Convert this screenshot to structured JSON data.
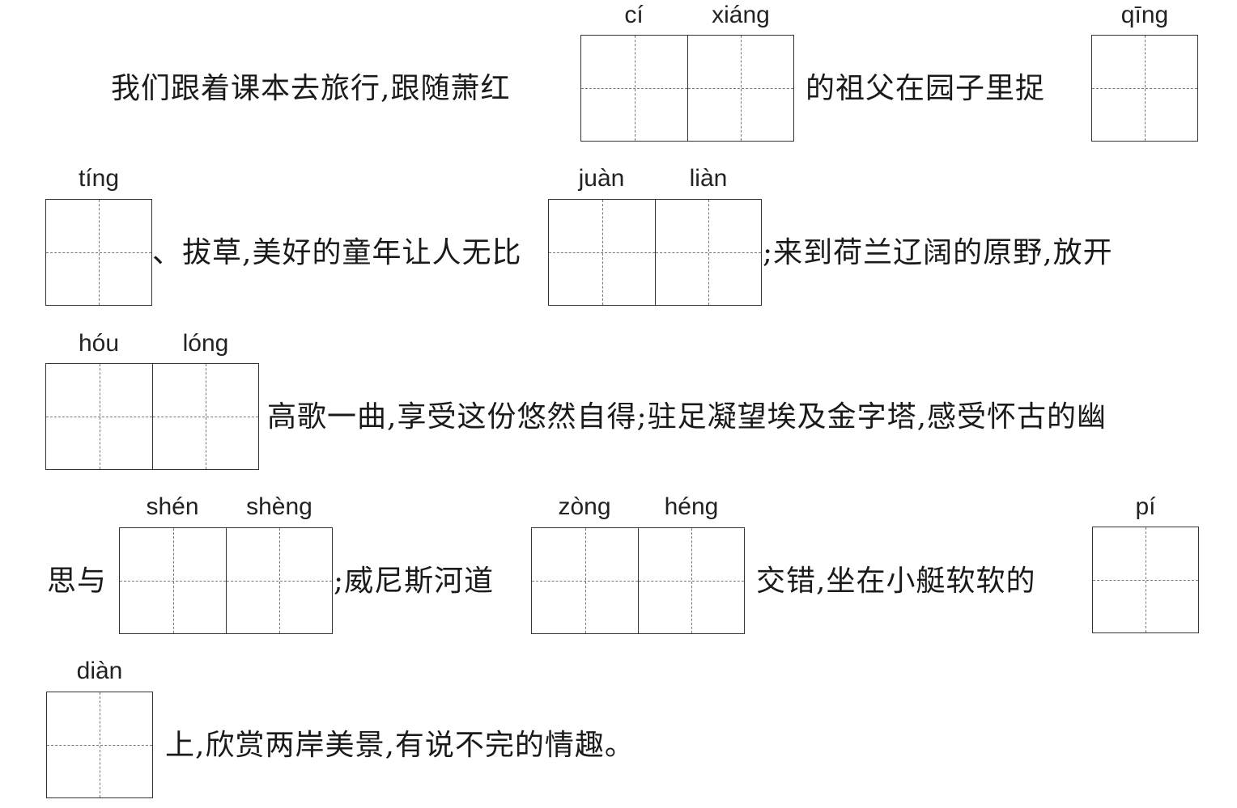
{
  "rows": [
    {
      "segments": [
        "我们跟着课本去旅行,跟随萧红",
        "的祖父在园子里捉"
      ],
      "boxes": [
        [
          "cí",
          "xiáng"
        ],
        [
          "qīng"
        ]
      ]
    },
    {
      "segments": [
        "、拔草,美好的童年让人无比",
        ";来到荷兰辽阔的原野,放开"
      ],
      "boxes": [
        [
          "tíng"
        ],
        [
          "juàn",
          "liàn"
        ]
      ]
    },
    {
      "segments": [
        "高歌一曲,享受这份悠然自得;驻足凝望埃及金字塔,感受怀古的幽"
      ],
      "boxes": [
        [
          "hóu",
          "lóng"
        ]
      ]
    },
    {
      "segments": [
        "思与",
        ";威尼斯河道",
        "交错,坐在小艇软软的"
      ],
      "boxes": [
        [
          "shén",
          "shèng"
        ],
        [
          "zòng",
          "héng"
        ],
        [
          "pí"
        ]
      ]
    },
    {
      "segments": [
        "上,欣赏两岸美景,有说不完的情趣。"
      ],
      "boxes": [
        [
          "diàn"
        ]
      ]
    }
  ]
}
